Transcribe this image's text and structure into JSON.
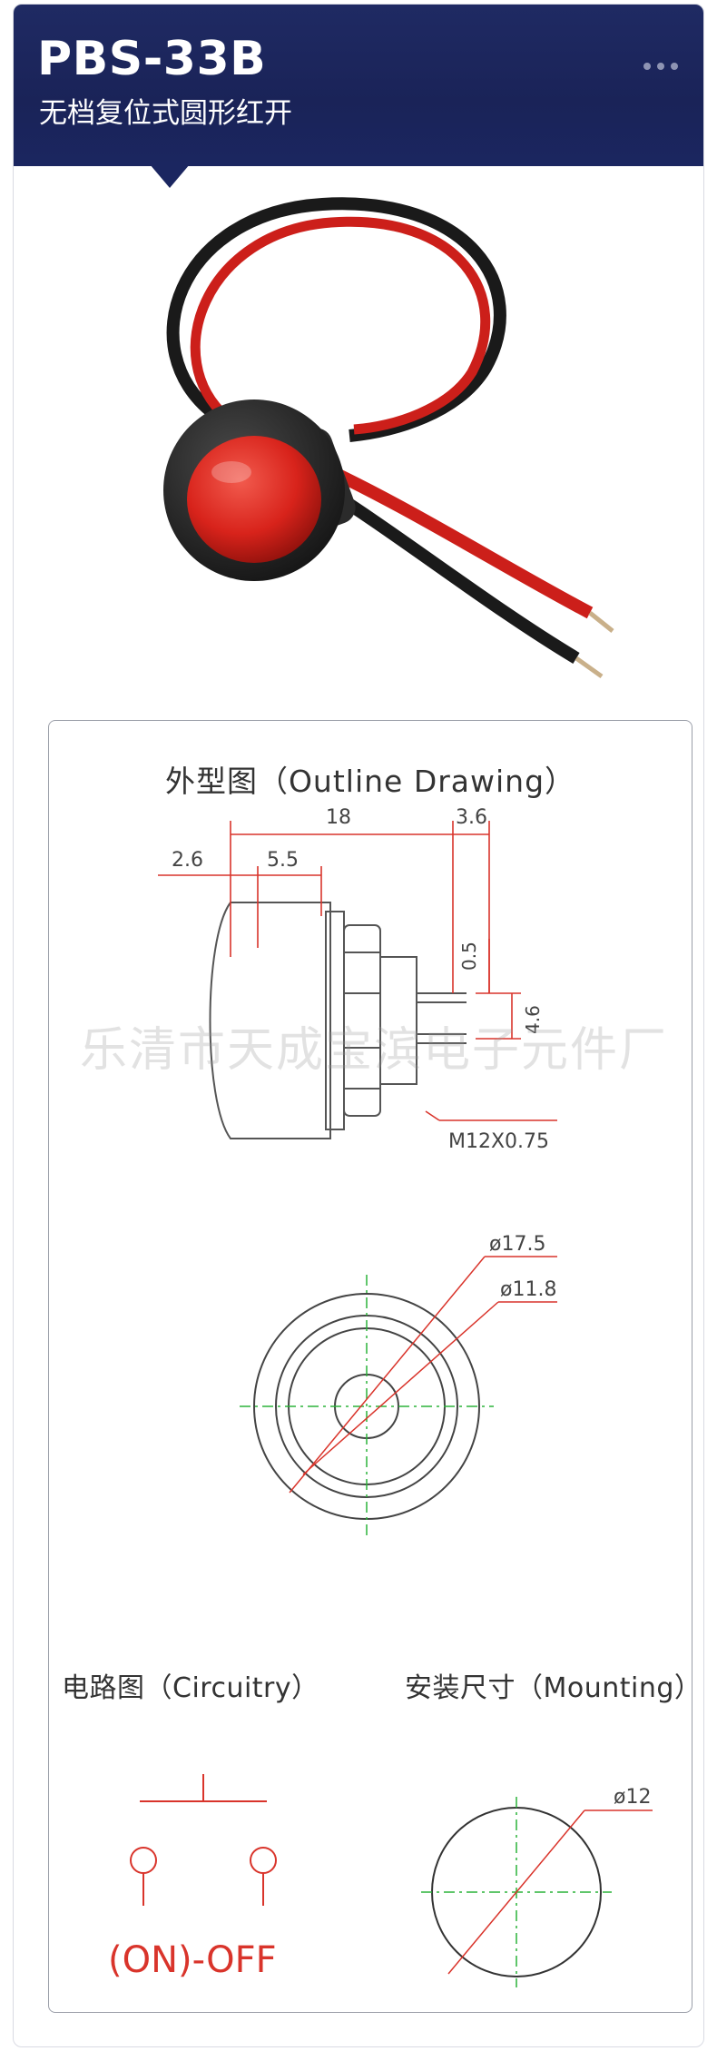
{
  "header": {
    "title": "PBS-33B",
    "subtitle": "无档复位式圆形红开"
  },
  "drawing": {
    "outline_title": "外型图（Outline Drawing）",
    "watermark": "乐清市天成宝滨电子元件厂",
    "dim_18": "18",
    "dim_3_6": "3.6",
    "dim_2_6": "2.6",
    "dim_5_5": "5.5",
    "dim_0_5": "0.5",
    "dim_4_6": "4.6",
    "thread": "M12X0.75",
    "dia_17_5": "ø17.5",
    "dia_11_8": "ø11.8",
    "circuit_title": "电路图（Circuitry）",
    "mounting_title": "安装尺寸（Mounting）",
    "circuit_text": "(ON)-OFF",
    "mount_dia": "ø12"
  },
  "colors": {
    "header_bg": "#1b2660",
    "dimension_red": "#d9342b",
    "center_green": "#2bb33a",
    "button_red": "#d8231b"
  }
}
